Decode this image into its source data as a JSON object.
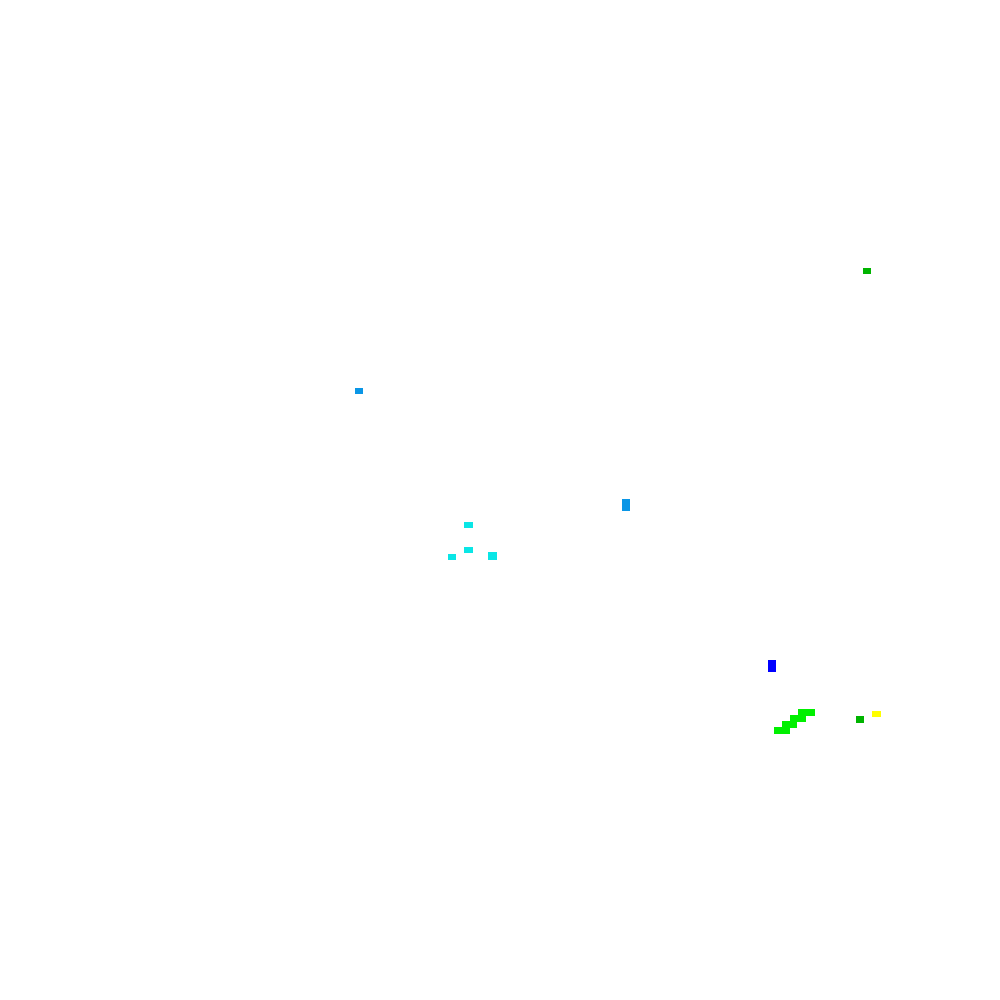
{
  "palette": {
    "background": "#ffffff",
    "dark_green": "#00b400",
    "sky_blue": "#0a96e6",
    "cyan": "#0ae6e6",
    "blue": "#0000ff",
    "bright_green": "#00f000",
    "yellow": "#ffff00"
  },
  "blobs": [
    {
      "name": "dark-green-blob",
      "color": "dark_green"
    },
    {
      "name": "sky-blue-blob",
      "color": "sky_blue"
    },
    {
      "name": "sky-blue-blob",
      "color": "sky_blue"
    },
    {
      "name": "cyan-blob",
      "color": "cyan"
    },
    {
      "name": "cyan-blob",
      "color": "cyan"
    },
    {
      "name": "cyan-blob",
      "color": "cyan"
    },
    {
      "name": "cyan-blob",
      "color": "cyan"
    },
    {
      "name": "blue-blob",
      "color": "blue"
    },
    {
      "name": "bright-green-blob",
      "color": "bright_green"
    },
    {
      "name": "dark-green-blob",
      "color": "dark_green"
    },
    {
      "name": "yellow-blob",
      "color": "yellow"
    }
  ]
}
